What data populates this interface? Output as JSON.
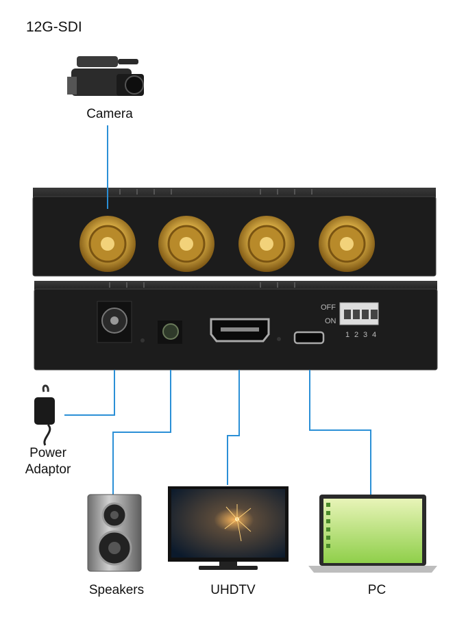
{
  "title": "12G-SDI",
  "labels": {
    "camera": "Camera",
    "power": "Power\nAdaptor",
    "speakers": "Speakers",
    "uhdtv": "UHDTV",
    "pc": "PC"
  },
  "dip_switch": {
    "off": "OFF",
    "on": "ON",
    "numbers": [
      "1",
      "2",
      "3",
      "4"
    ]
  },
  "colors": {
    "connector_line": "#2a8fd6",
    "device_body": "#1c1c1c",
    "bnc_gold": "#c9a23a"
  }
}
